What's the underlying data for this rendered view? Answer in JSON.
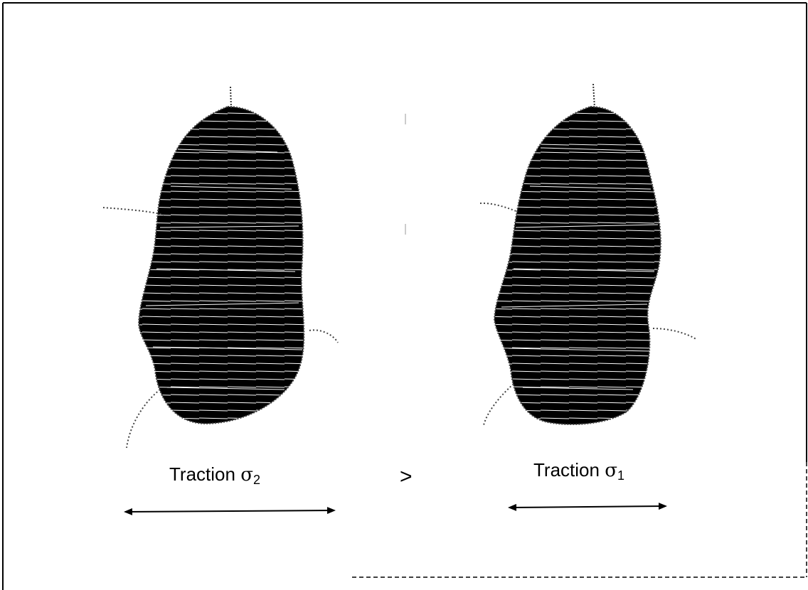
{
  "left_panel": {
    "label_text": "Traction ",
    "sigma": "σ",
    "subscript": "2"
  },
  "comparison": ">",
  "right_panel": {
    "label_text": "Traction ",
    "sigma": "σ",
    "subscript": "1"
  }
}
